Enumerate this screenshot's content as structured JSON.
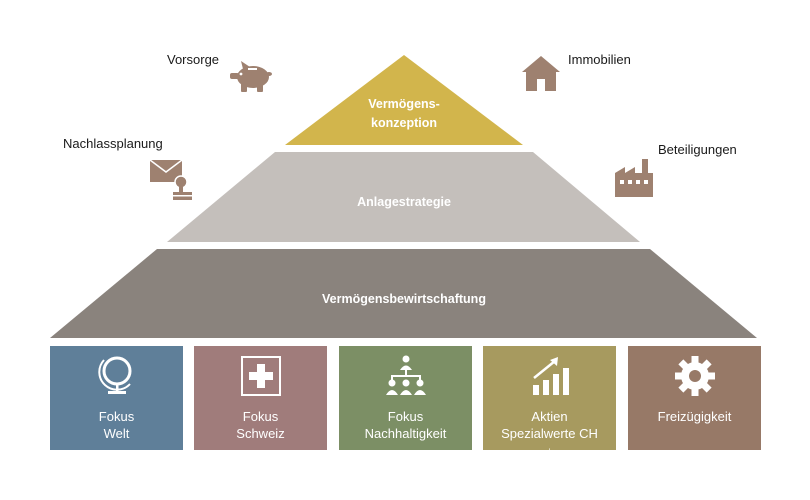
{
  "pyramid": {
    "top": {
      "line1": "Vermögens-",
      "line2": "konzeption",
      "color": "#d2b54c"
    },
    "middle": {
      "label": "Anlagestrategie",
      "color": "#c4bfbb"
    },
    "bottom": {
      "label": "Vermögensbewirtschaftung",
      "color": "#8a837d"
    }
  },
  "side_items": [
    {
      "label": "Vorsorge",
      "icon": "piggy-bank-icon"
    },
    {
      "label": "Immobilien",
      "icon": "house-icon"
    },
    {
      "label": "Nachlassplanung",
      "icon": "letter-stamp-icon"
    },
    {
      "label": "Beteiligungen",
      "icon": "factory-icon"
    }
  ],
  "icon_color": "#9e8170",
  "boxes": [
    {
      "line1": "Fokus",
      "line2": "Welt",
      "icon": "globe-icon",
      "color": "#5f7f99"
    },
    {
      "line1": "Fokus",
      "line2": "Schweiz",
      "icon": "swiss-cross-icon",
      "color": "#a07c7b"
    },
    {
      "line1": "Fokus",
      "line2": "Nachhaltigkeit",
      "icon": "people-hierarchy-icon",
      "color": "#7c8f65"
    },
    {
      "line1": "Aktien",
      "line2": "Spezialwerte CH",
      "line2_sup": "+",
      "icon": "growth-chart-icon",
      "color": "#a79a5f"
    },
    {
      "line1": "Freizügigkeit",
      "line2": "",
      "icon": "gear-icon",
      "color": "#977967"
    }
  ]
}
